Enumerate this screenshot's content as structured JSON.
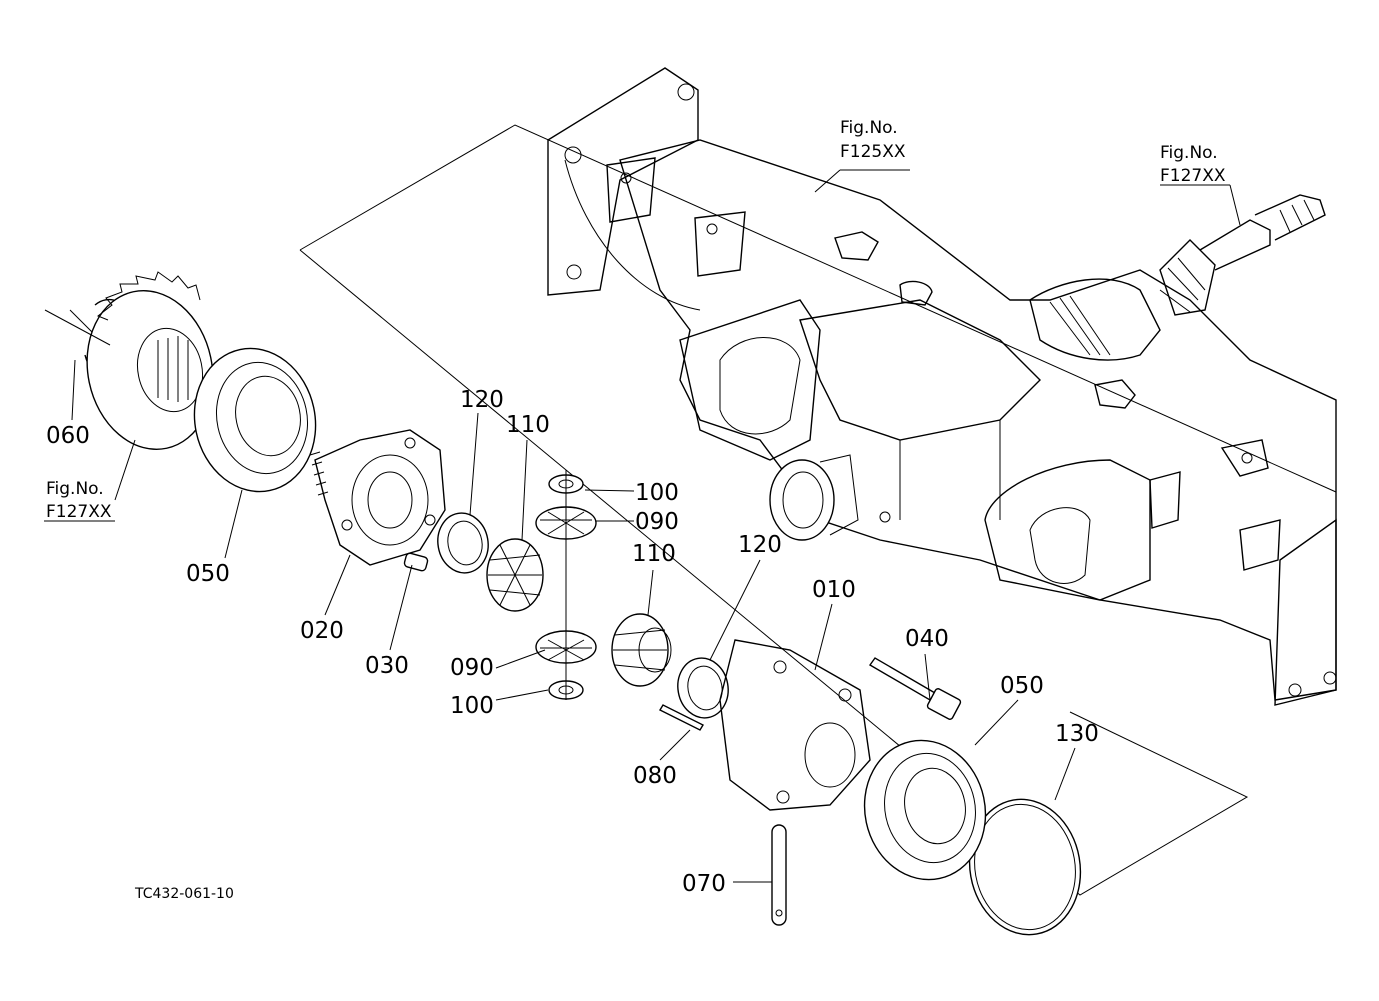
{
  "diagram": {
    "code": "TC432-061-10",
    "fig_refs": [
      {
        "id": "fig-housing",
        "line1": "Fig.No.",
        "line2": "F125XX"
      },
      {
        "id": "fig-pinion",
        "line1": "Fig.No.",
        "line2": "F127XX"
      },
      {
        "id": "fig-ring-gear",
        "line1": "Fig.No.",
        "line2": "F127XX"
      }
    ],
    "parts": {
      "p060": "060",
      "p050a": "050",
      "p020": "020",
      "p030": "030",
      "p120a": "120",
      "p110a": "110",
      "p100a": "100",
      "p090a": "090",
      "p110b": "110",
      "p090b": "090",
      "p100b": "100",
      "p120b": "120",
      "p010": "010",
      "p040": "040",
      "p050b": "050",
      "p130": "130",
      "p080": "080",
      "p070": "070"
    }
  }
}
